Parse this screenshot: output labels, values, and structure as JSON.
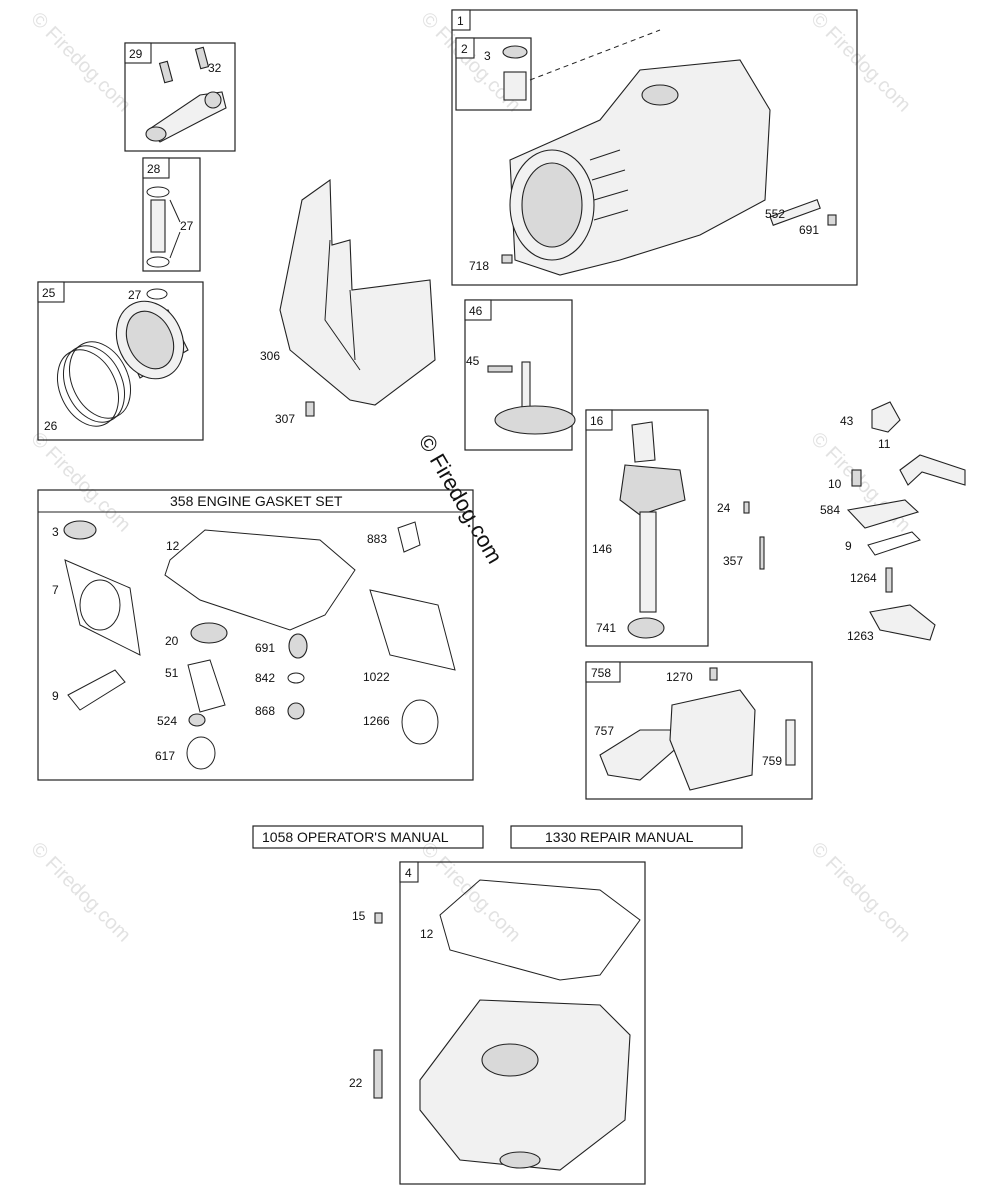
{
  "watermark": {
    "text": "© Firedog.com",
    "center_text": "© Firedog.com"
  },
  "boxes": {
    "b1": "1",
    "b2": "2",
    "b29": "29",
    "b28": "28",
    "b25": "25",
    "b46": "46",
    "b16": "16",
    "b758": "758",
    "b4": "4"
  },
  "headers": {
    "gasket_set": "358 ENGINE GASKET SET",
    "operators_manual": "1058 OPERATOR'S MANUAL",
    "repair_manual": "1330 REPAIR MANUAL"
  },
  "labels": {
    "l32": "32",
    "l27a": "27",
    "l27b": "27",
    "l26": "26",
    "l306": "306",
    "l307": "307",
    "l3a": "3",
    "l552": "552",
    "l691a": "691",
    "l718": "718",
    "l45": "45",
    "l43": "43",
    "l11": "11",
    "l10": "10",
    "l584": "584",
    "l9a": "9",
    "l1264": "1264",
    "l1263": "1263",
    "l24": "24",
    "l146": "146",
    "l357": "357",
    "l741": "741",
    "l3b": "3",
    "l12a": "12",
    "l883": "883",
    "l7": "7",
    "l20": "20",
    "l691b": "691",
    "l1022": "1022",
    "l51": "51",
    "l842": "842",
    "l9b": "9",
    "l524": "524",
    "l868": "868",
    "l1266": "1266",
    "l617": "617",
    "l1270": "1270",
    "l757": "757",
    "l759": "759",
    "l15": "15",
    "l12b": "12",
    "l22": "22"
  }
}
